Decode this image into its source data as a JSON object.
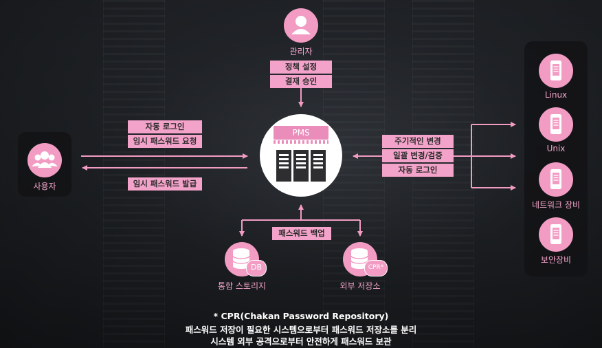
{
  "colors": {
    "accent": "#f29cc4",
    "tag": "#f3a3c9"
  },
  "admin": {
    "label": "관리자",
    "icon": "user-icon",
    "tags": [
      "정책 설정",
      "결재 승인"
    ]
  },
  "user": {
    "label": "사용자",
    "icon": "users-group-icon"
  },
  "user_tags_in": [
    "자동 로그인",
    "임시 패스워드 요청"
  ],
  "user_tag_out": "임시 패스워드 발급",
  "pms": {
    "label": "PMS",
    "icon": "server-rack-icon"
  },
  "right_tags": [
    "주기적인 변경",
    "일괄 변경/검증",
    "자동 로그인"
  ],
  "targets": [
    {
      "label": "Linux",
      "icon": "mobile-device-icon"
    },
    {
      "label": "Unix",
      "icon": "mobile-device-icon"
    },
    {
      "label": "네트워크 장비",
      "icon": "mobile-device-icon"
    },
    {
      "label": "보안장비",
      "icon": "mobile-device-icon"
    }
  ],
  "backup_tag": "패스워드 백업",
  "storage": {
    "label": "통합 스토리지",
    "badge": "DB",
    "icon": "database-icon"
  },
  "external": {
    "label": "외부 저장소",
    "badge": "CPR*",
    "icon": "database-icon"
  },
  "footnote": {
    "line1": "* CPR(Chakan Password Repository)",
    "line2": "패스워드 저장이 필요한 시스템으로부터 패스워드 저장소를 분리",
    "line3": "시스템 외부 공격으로부터 안전하게 패스워드 보관"
  }
}
